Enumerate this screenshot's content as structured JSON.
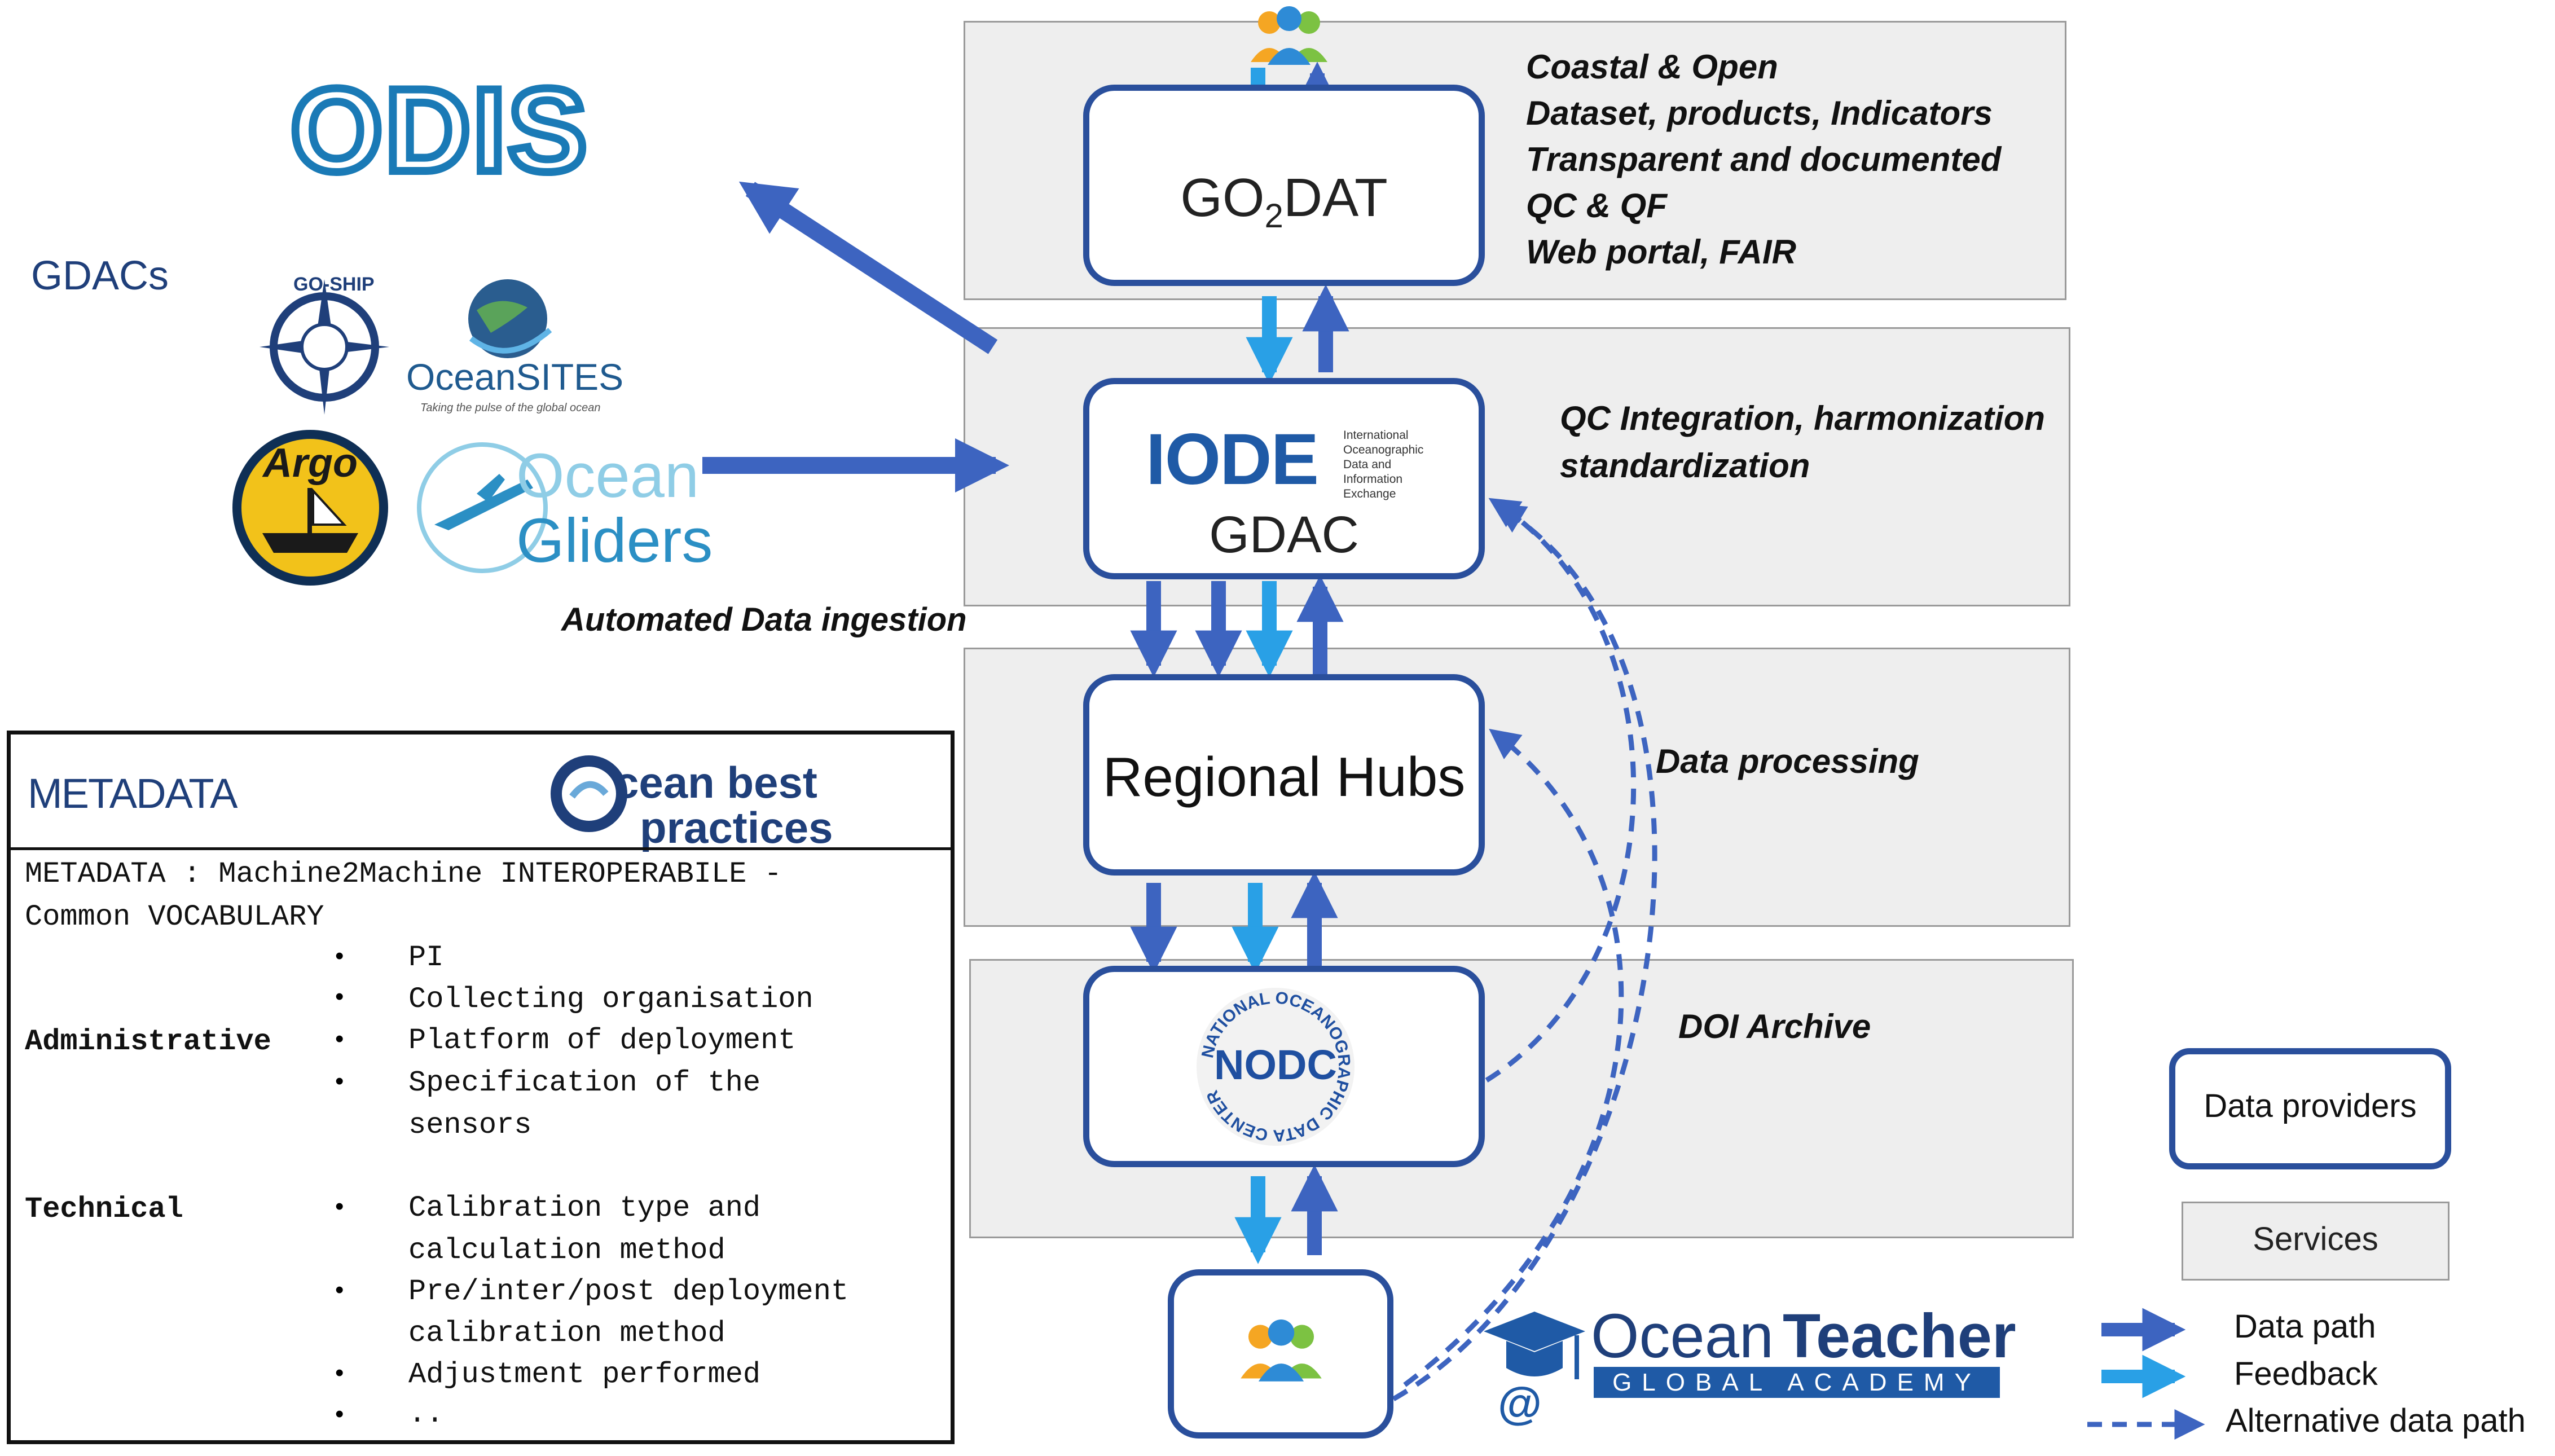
{
  "logos": {
    "odis": "ODIS",
    "goship": "GO-SHIP",
    "oceansites": "OceanSITES",
    "oceansites_tagline": "Taking the pulse of the global ocean",
    "argo": "Argo",
    "ocean_gliders_1": "Ocean",
    "ocean_gliders_2": "Gliders",
    "iode": "IODE",
    "iode_full_1": "International",
    "iode_full_2": "Oceanographic",
    "iode_full_3": "Data and Information",
    "iode_full_4": "Exchange",
    "nodc_center": "NODC",
    "nodc_ring": "NATIONAL OCEANOGRAPHIC DATA CENTER",
    "ocean_best_1": "cean best",
    "ocean_best_2": "practices",
    "ocean_teacher_1": "Ocean",
    "ocean_teacher_2": "Teacher",
    "ocean_teacher_3": "GLOBAL ACADEMY"
  },
  "labels": {
    "gdacs": "GDACs",
    "automated_ingestion": "Automated Data ingestion",
    "go2dat_pre": "GO",
    "go2dat_sub": "2",
    "go2dat_post": "DAT",
    "gdac": "GDAC",
    "regional_hubs": "Regional Hubs"
  },
  "service_descriptions": {
    "go2dat": [
      "Coastal & Open",
      "Dataset, products, Indicators",
      "Transparent  and  documented",
      "QC & QF",
      "Web portal, FAIR"
    ],
    "gdac": [
      "QC  Integration, harmonization",
      "standardization"
    ],
    "hubs": "Data processing",
    "nodc": "DOI Archive"
  },
  "legend": {
    "data_providers": "Data providers",
    "services": "Services",
    "data_path": "Data path",
    "feedback": "Feedback",
    "alt_path": "Alternative data path"
  },
  "metadata": {
    "title": "METADATA",
    "heading_1": "METADATA : Machine2Machine INTEROPERABILE -",
    "heading_2": "Common VOCABULARY",
    "administrative": "Administrative",
    "technical": "Technical",
    "admin_items": [
      "PI",
      "Collecting organisation",
      "Platform of deployment",
      "Specification of the",
      "sensors"
    ],
    "tech_items": [
      "Calibration type and",
      "calculation method",
      "Pre/inter/post deployment",
      "calibration method",
      "Adjustment performed",
      ".."
    ]
  },
  "colors": {
    "data_path": "#3d64c0",
    "feedback": "#29a0e6",
    "node_border": "#2a4f9c",
    "band_fill": "#eeeeee"
  }
}
